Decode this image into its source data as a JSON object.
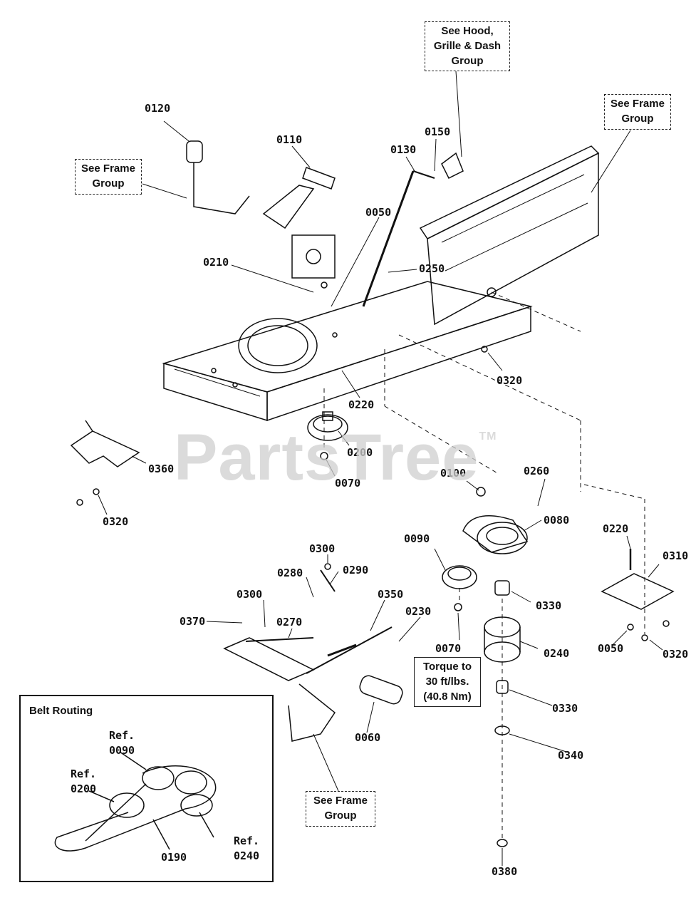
{
  "watermark": {
    "text": "PartsTree",
    "mark": "TM"
  },
  "callouts": {
    "hood": "See Hood,\nGrille & Dash\nGroup",
    "frame_right": "See Frame\nGroup",
    "frame_left": "See Frame\nGroup",
    "frame_bottom": "See Frame\nGroup",
    "torque": "Torque to\n30 ft/lbs.\n(40.8 Nm)"
  },
  "inset": {
    "title": "Belt Routing",
    "labels": {
      "ref_0090": "Ref.\n0090",
      "ref_0200": "Ref.\n0200",
      "ref_0240": "Ref.\n0240",
      "part_0190": "0190"
    }
  },
  "parts": {
    "p0120": "0120",
    "p0110": "0110",
    "p0130": "0130",
    "p0150": "0150",
    "p0050a": "0050",
    "p0210": "0210",
    "p0250": "0250",
    "p0320a": "0320",
    "p0220a": "0220",
    "p0200": "0200",
    "p0070a": "0070",
    "p0360": "0360",
    "p0320b": "0320",
    "p0100": "0100",
    "p0260": "0260",
    "p0080": "0080",
    "p0090": "0090",
    "p0220b": "0220",
    "p0310": "0310",
    "p0300a": "0300",
    "p0290": "0290",
    "p0280": "0280",
    "p0300b": "0300",
    "p0350": "0350",
    "p0230": "0230",
    "p0370": "0370",
    "p0270": "0270",
    "p0330a": "0330",
    "p0070b": "0070",
    "p0240": "0240",
    "p0050b": "0050",
    "p0320c": "0320",
    "p0330b": "0330",
    "p0060": "0060",
    "p0340": "0340",
    "p0380": "0380"
  }
}
